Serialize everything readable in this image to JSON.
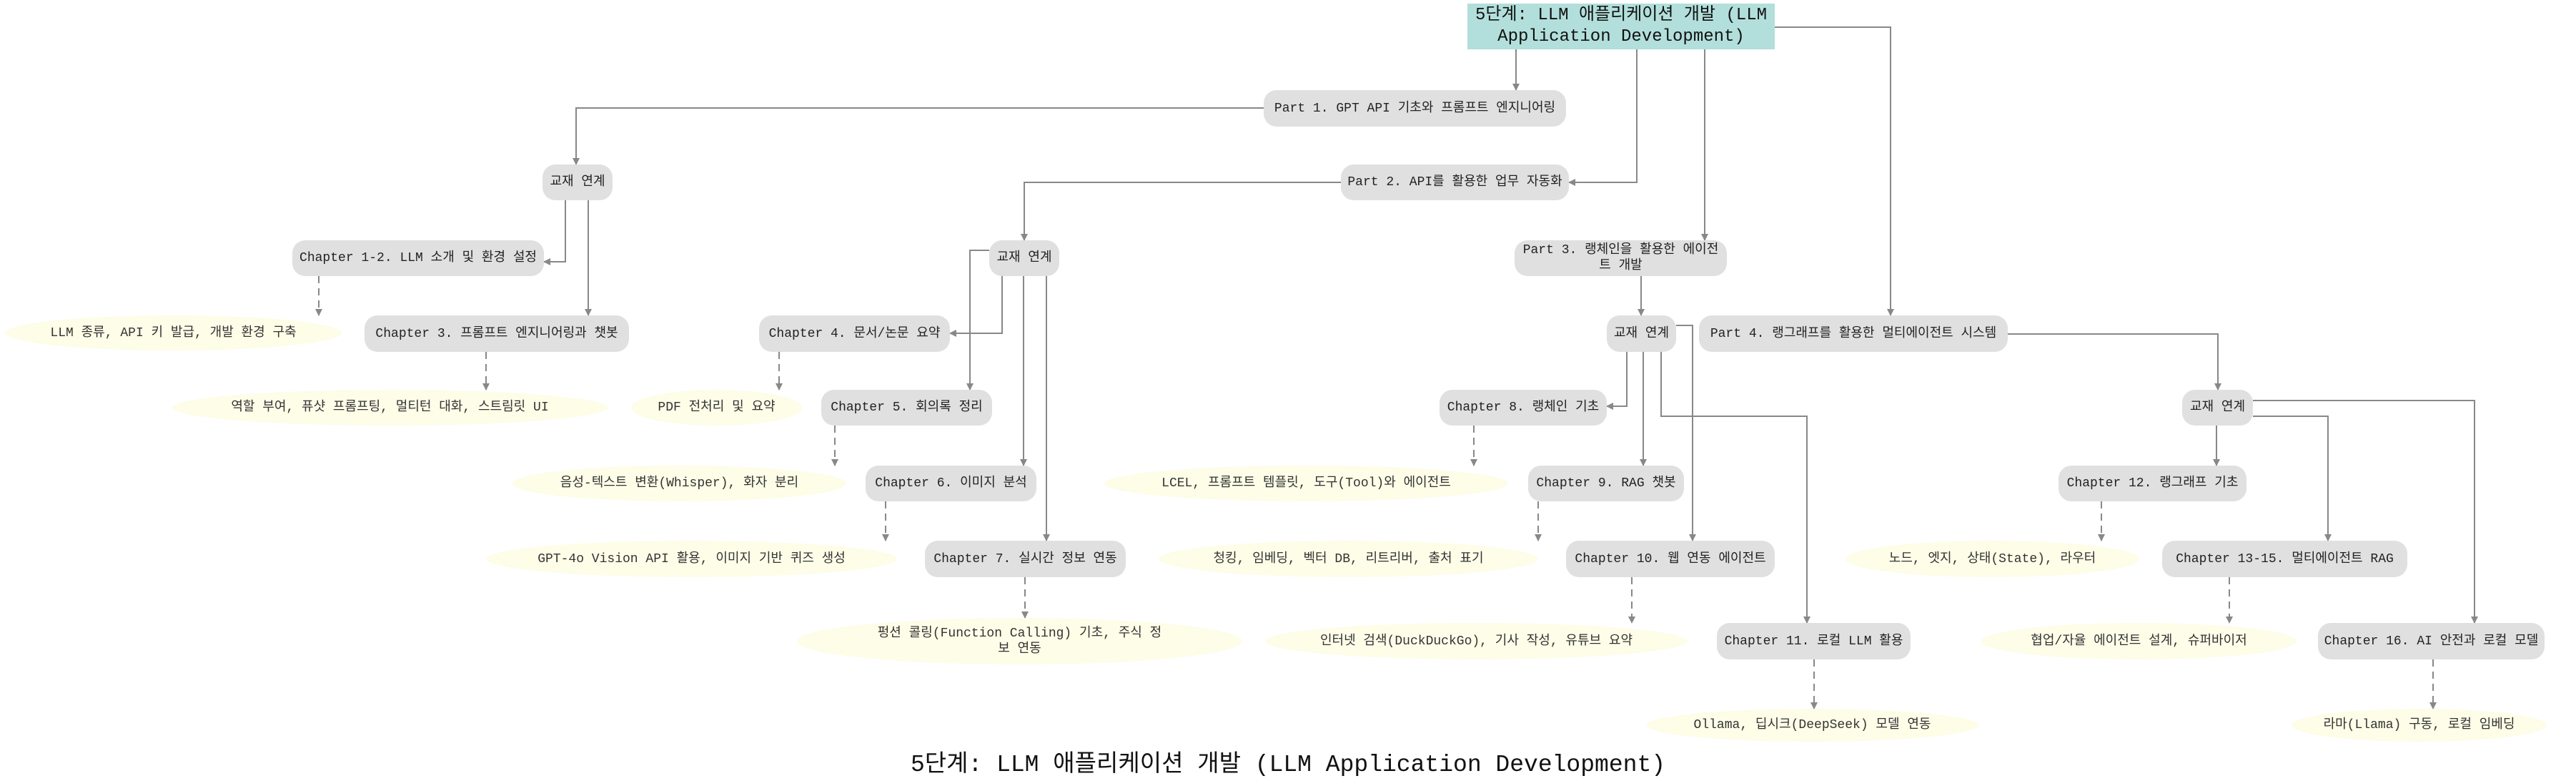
{
  "title": "5단계: LLM 애플리케이션 개발 (LLM Application Development)",
  "caption": "5단계: LLM 애플리케이션 개발 (LLM Application Development)",
  "textbook_link": "교재 연계",
  "parts": {
    "p1": "Part 1. GPT API 기초와 프롬프트 엔지니어링",
    "p2": "Part 2. API를 활용한 업무 자동화",
    "p3": "Part 3. 랭체인을 활용한 에이전트 개발",
    "p4": "Part 4. 랭그래프를 활용한 멀티에이전트 시스템"
  },
  "chapters": {
    "c1": "Chapter 1-2. LLM 소개 및 환경 설정",
    "c3": "Chapter 3. 프롬프트 엔지니어링과 챗봇",
    "c4": "Chapter 4. 문서/논문 요약",
    "c5": "Chapter 5. 회의록 정리",
    "c6": "Chapter 6. 이미지 분석",
    "c7": "Chapter 7. 실시간 정보 연동",
    "c8": "Chapter 8. 랭체인 기초",
    "c9": "Chapter 9. RAG 챗봇",
    "c10": "Chapter 10. 웹 연동 에이전트",
    "c11": "Chapter 11. 로컬 LLM 활용",
    "c12": "Chapter 12. 랭그래프 기초",
    "c13": "Chapter 13-15. 멀티에이전트 RAG",
    "c16": "Chapter 16. AI 안전과 로컬 모델"
  },
  "notes": {
    "n1": "LLM 종류, API 키 발급, 개발 환경 구축",
    "n3": "역할 부여, 퓨샷 프롬프팅, 멀티턴 대화, 스트림릿 UI",
    "n4": "PDF 전처리 및 요약",
    "n5": "음성-텍스트 변환(Whisper), 화자 분리",
    "n6": "GPT-4o Vision API 활용, 이미지 기반 퀴즈 생성",
    "n7": "펑션 콜링(Function Calling) 기초, 주식 정보 연동",
    "n8": "LCEL, 프롬프트 템플릿, 도구(Tool)와 에이전트",
    "n9": "청킹, 임베딩, 벡터 DB, 리트리버, 출처 표기",
    "n10": "인터넷 검색(DuckDuckGo), 기사 작성, 유튜브 요약",
    "n11": "Ollama, 딥시크(DeepSeek) 모델 연동",
    "n12": "노드, 엣지, 상태(State), 라우터",
    "n13": "협업/자율 에이전트 설계, 슈퍼바이저",
    "n16": "라마(Llama) 구동, 로컬 임베딩"
  },
  "colors": {
    "root": "#b2dfdb",
    "node": "#e0e0e0",
    "note": "#fdfde8",
    "edge": "#888888"
  }
}
